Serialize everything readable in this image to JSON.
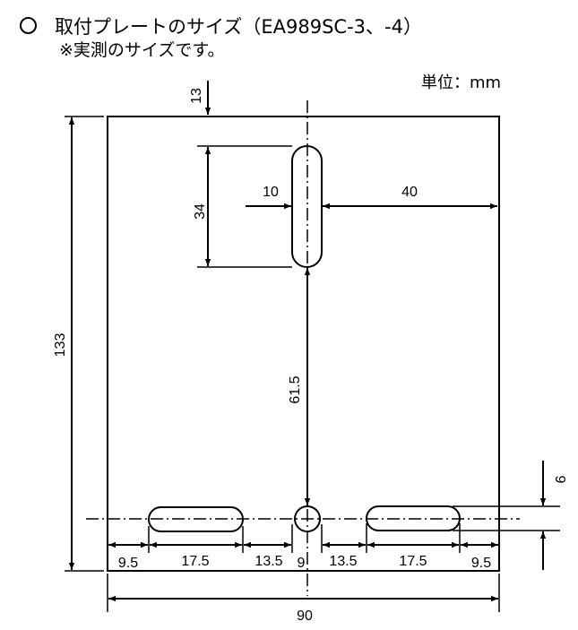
{
  "title": "取付プレートのサイズ（EA989SC-3、-4）",
  "subtitle": "※実測のサイズです。",
  "unit": "単位：mm",
  "dimensions": {
    "height_total": "133",
    "top_offset": "13",
    "slot_length": "34",
    "slot_left": "10",
    "slot_right": "40",
    "center_spacing": "61.5",
    "bottom_slot_width": "9",
    "edge_left": "9.5",
    "slot_left_len": "17.5",
    "gap_left": "13.5",
    "hole_dia": "9",
    "gap_right": "13.5",
    "slot_right_len": "17.5",
    "edge_right": "9.5",
    "width_total": "90"
  }
}
